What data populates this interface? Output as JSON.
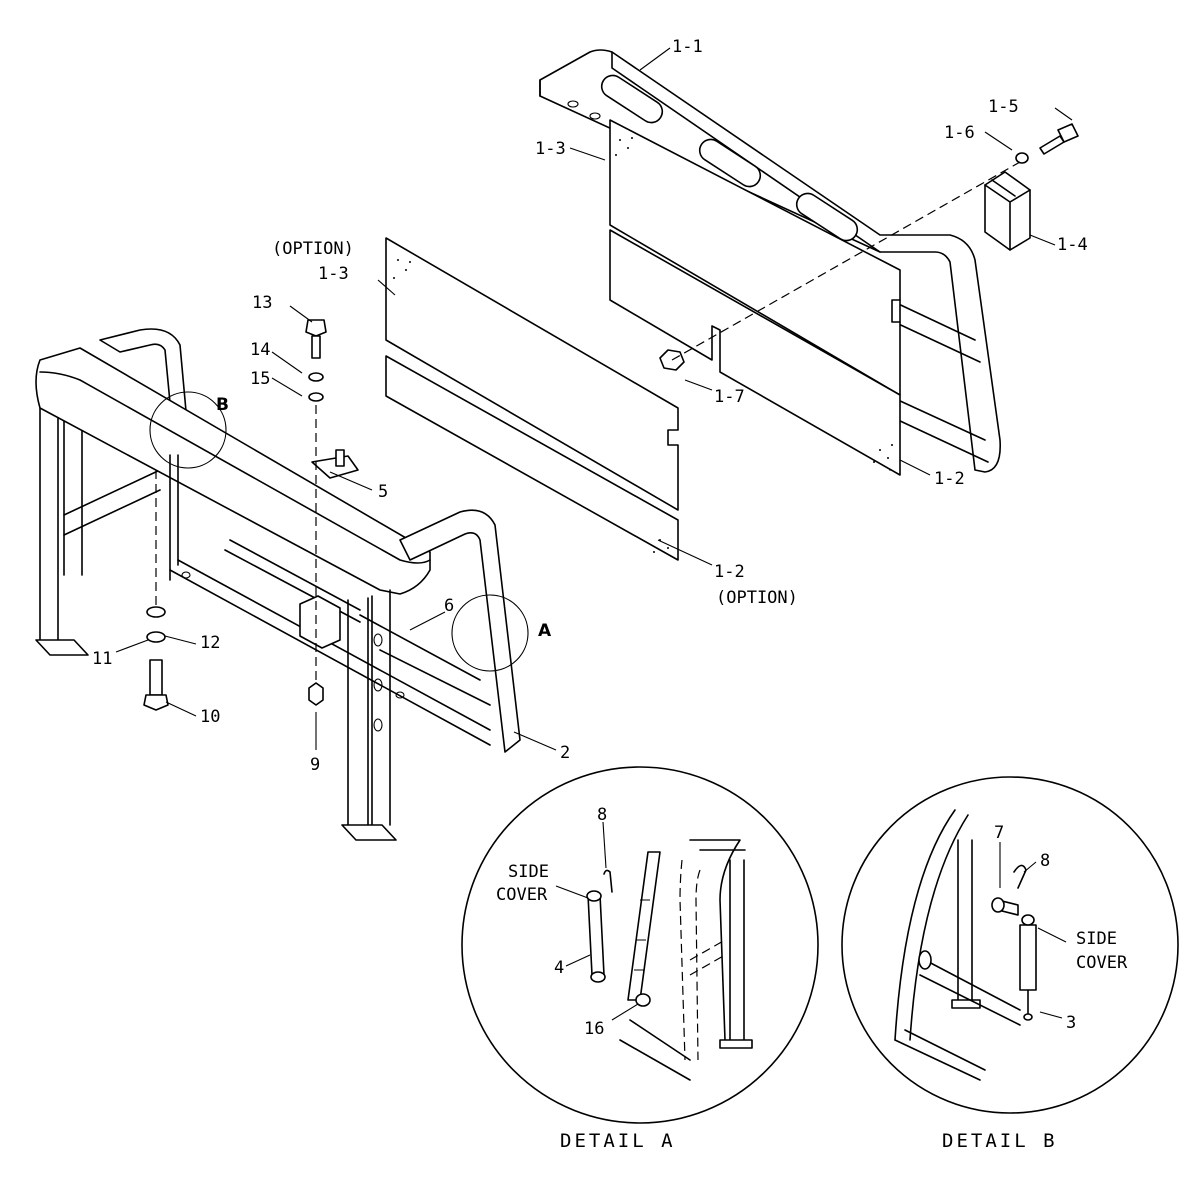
{
  "labels": {
    "p1_1": "1-1",
    "p1_2": "1-2",
    "p1_2_opt": "1-2",
    "p1_3": "1-3",
    "p1_3_opt": "1-3",
    "p1_4": "1-4",
    "p1_5": "1-5",
    "p1_6": "1-6",
    "p1_7": "1-7",
    "p2": "2",
    "p3": "3",
    "p4": "4",
    "p5": "5",
    "p6": "6",
    "p7": "7",
    "p8a": "8",
    "p8b": "8",
    "p9": "9",
    "p10": "10",
    "p11": "11",
    "p12": "12",
    "p13": "13",
    "p14": "14",
    "p15": "15",
    "p16": "16",
    "option_top": "(OPTION)",
    "option_bottom": "(OPTION)",
    "callout_a": "A",
    "callout_b": "B",
    "side_cover_a_1": "SIDE",
    "side_cover_a_2": "COVER",
    "side_cover_b_1": "SIDE",
    "side_cover_b_2": "COVER"
  },
  "captions": {
    "detail_a": "DETAIL A",
    "detail_b": "DETAIL B"
  }
}
